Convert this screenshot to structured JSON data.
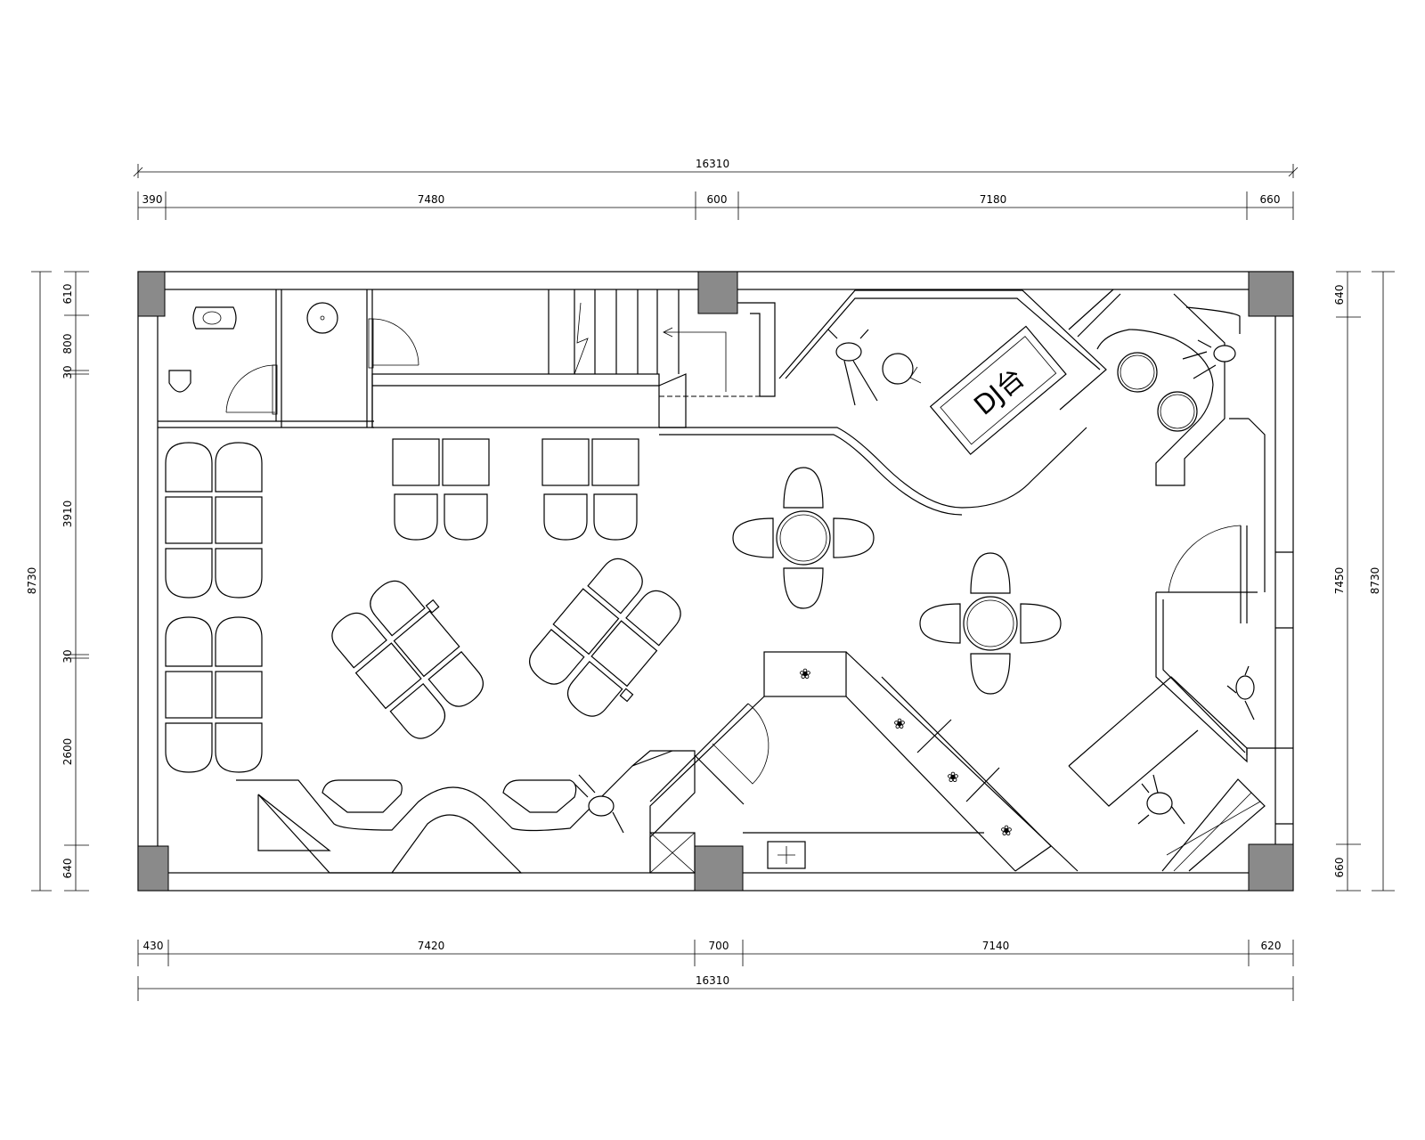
{
  "drawing": {
    "dj_label": "DJ台",
    "top_dims": {
      "total": "16310",
      "segments": [
        "390",
        "7480",
        "600",
        "7180",
        "660"
      ]
    },
    "bottom_dims": {
      "total": "16310",
      "segments": [
        "430",
        "7420",
        "700",
        "7140",
        "620"
      ]
    },
    "left_dims": {
      "total": "8730",
      "segments": [
        "610",
        "800",
        "30",
        "3910",
        "30",
        "2600",
        "640"
      ]
    },
    "right_dims": {
      "total": "8730",
      "segments": [
        "640",
        "7450",
        "660"
      ]
    }
  }
}
